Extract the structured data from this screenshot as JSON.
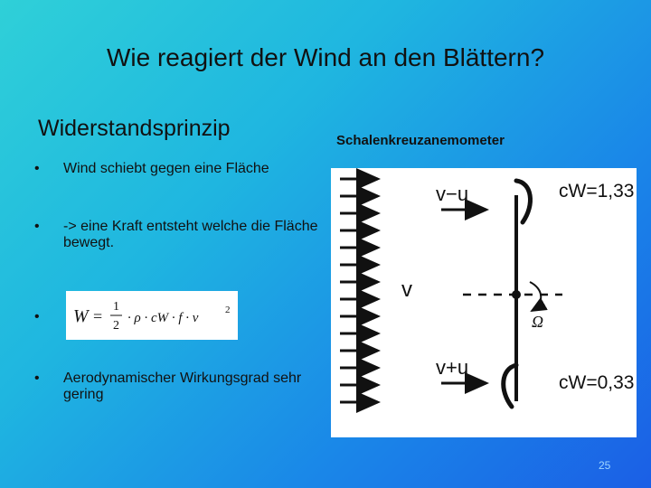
{
  "slide": {
    "title": "Wie reagiert der Wind an den Blättern?",
    "subhead": "Widerstandsprinzip",
    "caption": "Schalenkreuzanemometer",
    "bullets": [
      "Wind schiebt gegen eine Fläche",
      "-> eine Kraft entsteht welche die Fläche bewegt.",
      "",
      "Aerodynamischer Wirkungsgrad sehr gering"
    ],
    "formula": {
      "lhs": "W",
      "eq": "=",
      "num": "1",
      "den": "2",
      "rest": "· ρ · cW · f · v",
      "exp": "2"
    },
    "diagram": {
      "top_velocity": "v−u",
      "bottom_velocity": "v+u",
      "wind_label": "v",
      "omega": "Ω",
      "cw_top": "cW=1,33",
      "cw_bottom": "cW=0,33",
      "colors": {
        "stroke": "#111111",
        "background": "#ffffff"
      }
    },
    "page_number": "25"
  }
}
